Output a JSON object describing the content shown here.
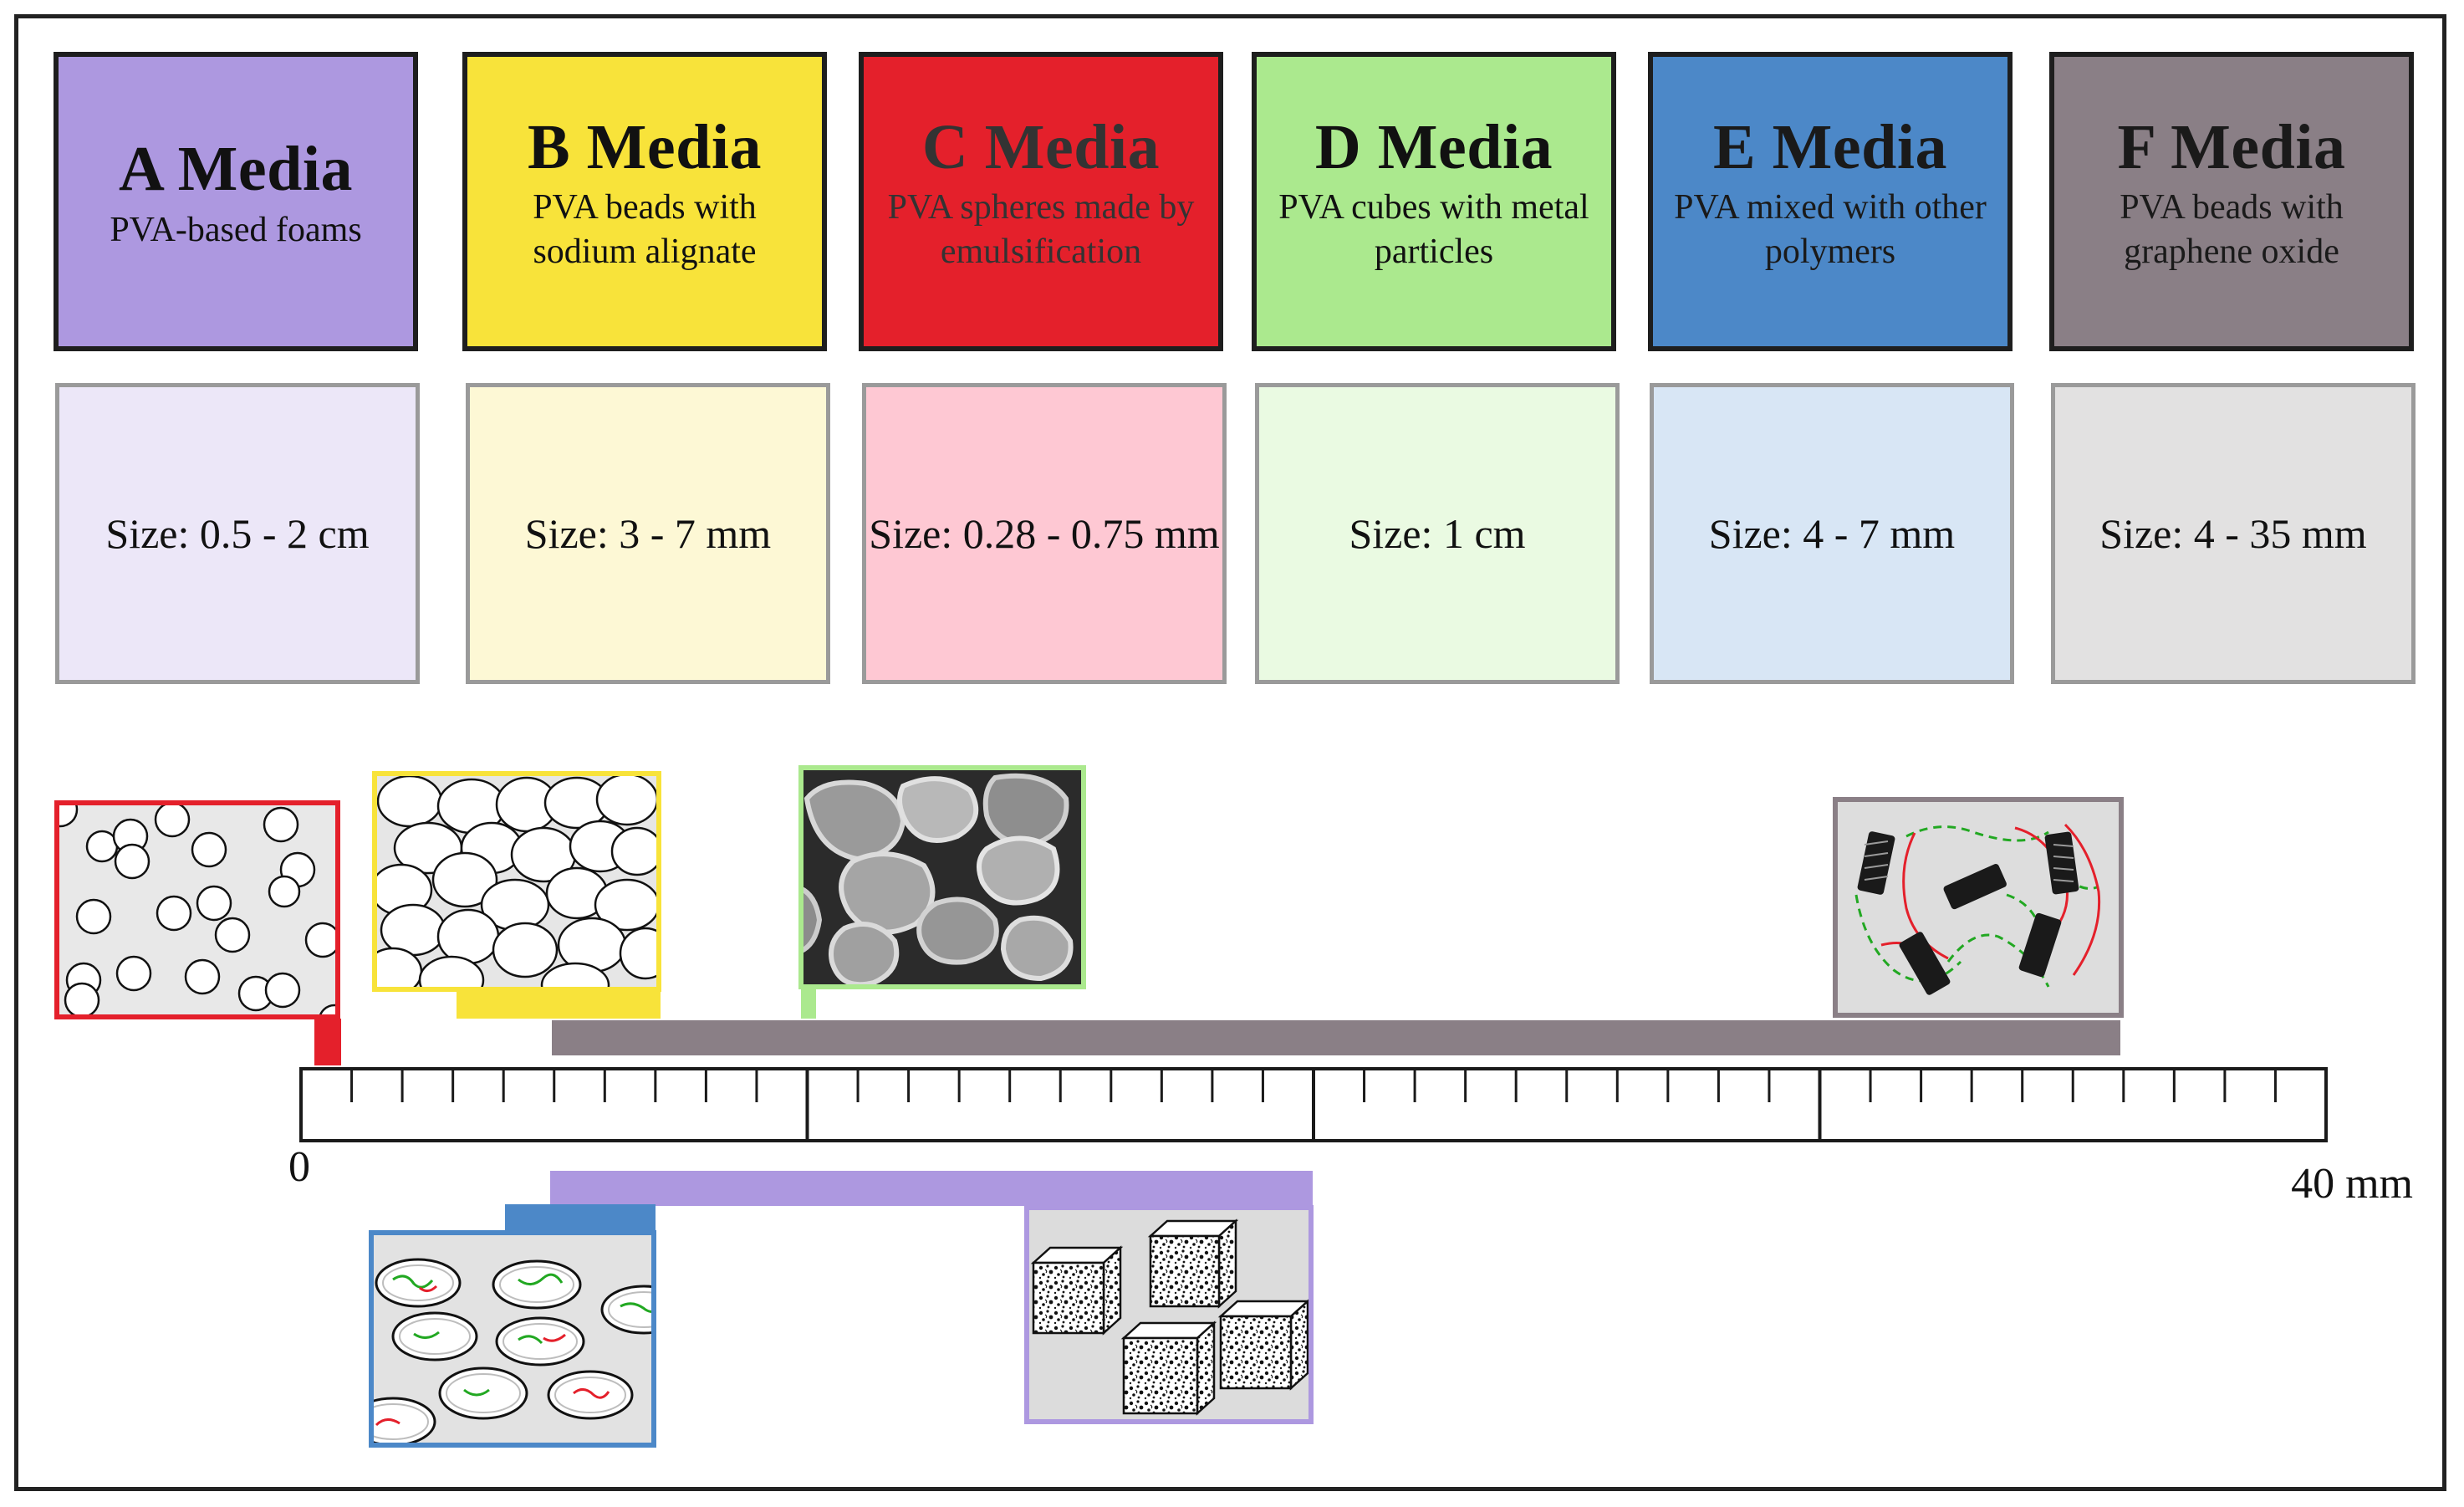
{
  "media": [
    {
      "title": "A Media",
      "description": "PVA-based foams",
      "size": "Size: 0.5 - 2 cm",
      "color": "#ad98e0",
      "light_color": "#ece7f8",
      "text_color": "#111111",
      "range_mm": [
        5,
        20
      ]
    },
    {
      "title": "B Media",
      "description": "PVA beads with sodium alignate",
      "size": "Size: 3 - 7 mm",
      "color": "#f8e33a",
      "light_color": "#fdf8d5",
      "text_color": "#111111",
      "range_mm": [
        3,
        7
      ]
    },
    {
      "title": "C Media",
      "description": "PVA spheres made by emulsification",
      "size": "Size: 0.28 - 0.75 mm",
      "color": "#e4202b",
      "light_color": "#fec8d3",
      "text_color": "#333333",
      "range_mm": [
        0.28,
        0.75
      ]
    },
    {
      "title": "D Media",
      "description": "PVA cubes with metal particles",
      "size": "Size: 1 cm",
      "color": "#abe98e",
      "light_color": "#eafae2",
      "text_color": "#111111",
      "range_mm": [
        10,
        10
      ]
    },
    {
      "title": "E Media",
      "description": "PVA mixed with other polymers",
      "size": "Size: 4 - 7 mm",
      "color": "#4c88c8",
      "light_color": "#d8e6f5",
      "text_color": "#1a1a1a",
      "range_mm": [
        4,
        7
      ]
    },
    {
      "title": "F Media",
      "description": "PVA beads with graphene oxide",
      "size": "Size: 4 - 35 mm",
      "color": "#8a7f86",
      "light_color": "#e2e1e1",
      "text_color": "#1a1a1a",
      "range_mm": [
        4,
        35
      ]
    }
  ],
  "scale": {
    "min_mm": 0,
    "max_mm": 40,
    "start_label": "0",
    "end_label": "40 mm"
  }
}
